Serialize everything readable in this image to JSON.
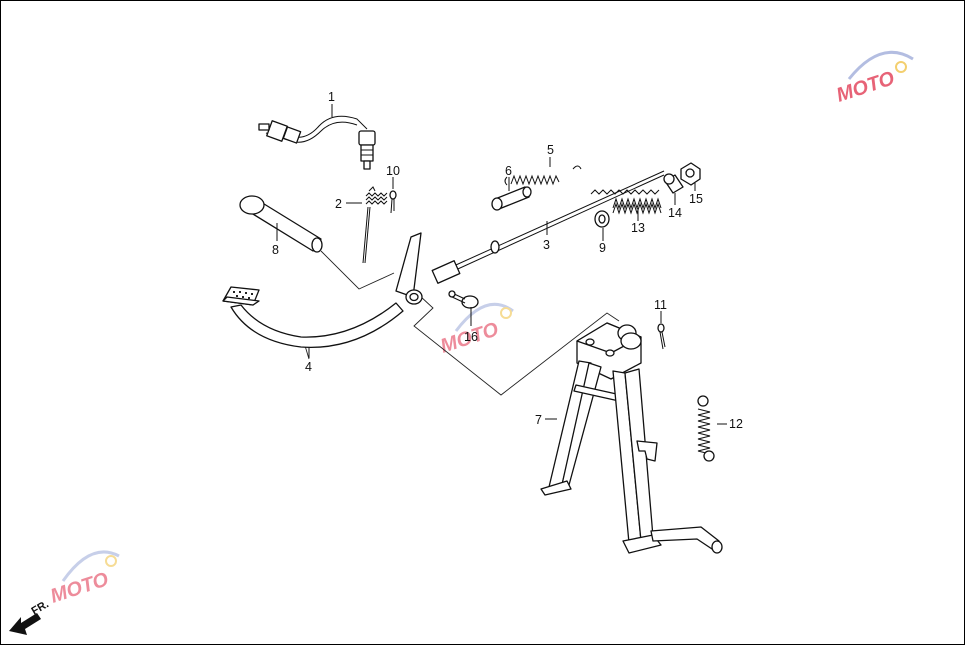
{
  "diagram": {
    "direction_label": "FR.",
    "watermark_text": "MOTO",
    "watermark_colors": {
      "accent": "#e0304a",
      "ring": "#9aa8d8",
      "gear": "#f0c040"
    },
    "callouts": [
      {
        "number": "1",
        "part": "switch"
      },
      {
        "number": "2",
        "part": "spring"
      },
      {
        "number": "3",
        "part": "rod"
      },
      {
        "number": "4",
        "part": "pedal"
      },
      {
        "number": "5",
        "part": "spring"
      },
      {
        "number": "6",
        "part": "sleeve"
      },
      {
        "number": "7",
        "part": "stand"
      },
      {
        "number": "8",
        "part": "shaft"
      },
      {
        "number": "9",
        "part": "washer"
      },
      {
        "number": "10",
        "part": "cotter-pin"
      },
      {
        "number": "11",
        "part": "cotter-pin"
      },
      {
        "number": "12",
        "part": "spring"
      },
      {
        "number": "13",
        "part": "spring"
      },
      {
        "number": "14",
        "part": "joint"
      },
      {
        "number": "15",
        "part": "nut"
      },
      {
        "number": "16",
        "part": "pin"
      }
    ]
  }
}
